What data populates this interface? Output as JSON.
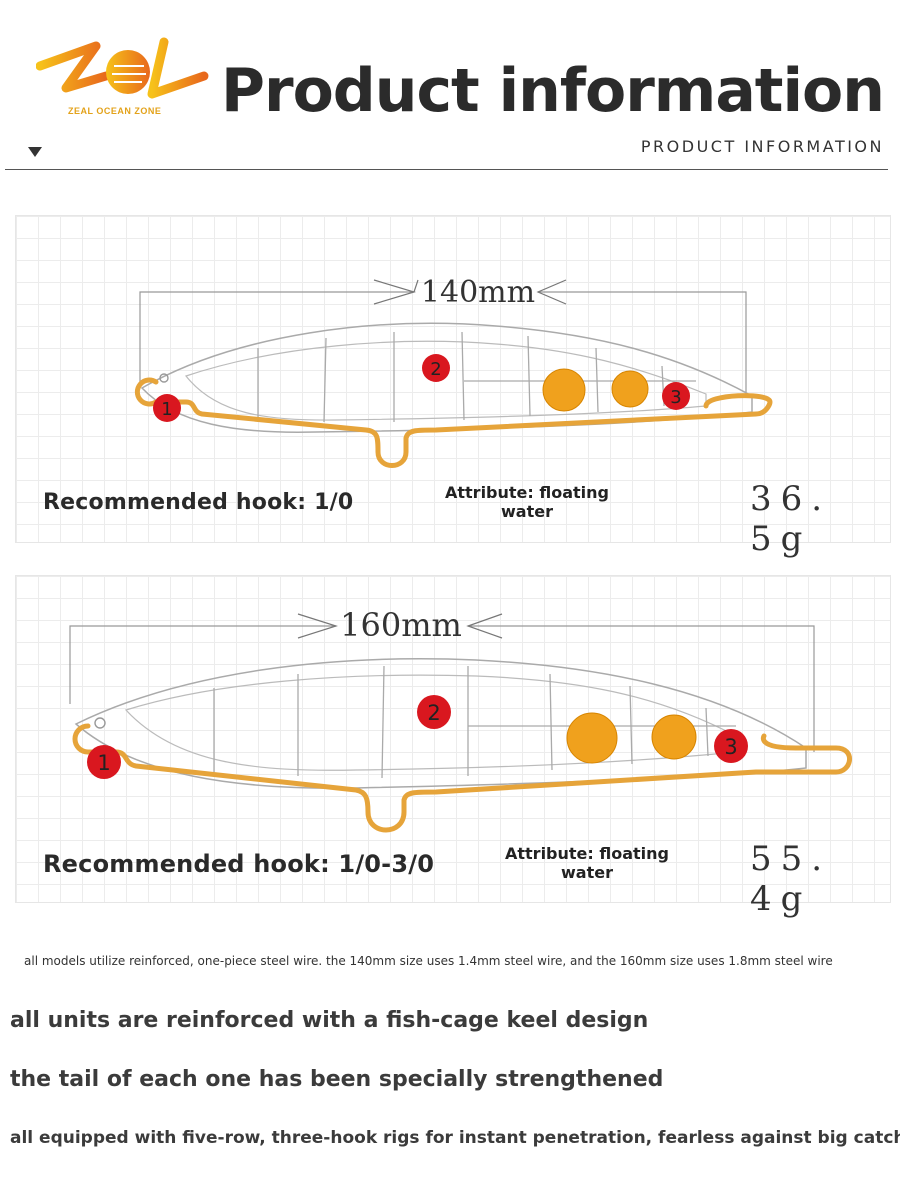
{
  "header": {
    "logo_text": "ZEAL OCEAN ZONE",
    "title": "Product information",
    "subtitle": "PRODUCT INFORMATION"
  },
  "products": [
    {
      "length": "140mm",
      "hook": "Recommended hook: 1/0",
      "attribute_line1": "Attribute: floating",
      "attribute_line2": "water",
      "weight": "36. 5g",
      "markers": [
        "1",
        "2",
        "3"
      ]
    },
    {
      "length": "160mm",
      "hook": "Recommended hook: 1/0-3/0",
      "attribute_line1": "Attribute: floating",
      "attribute_line2": "water",
      "weight": "55. 4g",
      "markers": [
        "1",
        "2",
        "3"
      ]
    }
  ],
  "notes": {
    "wire": " all models utilize reinforced, one-piece steel wire. the 140mm size uses 1.4mm steel wire, and the 160mm size uses 1.8mm steel wire",
    "keel": " all units are reinforced with a fish-cage keel design",
    "tail": "the tail of each one has been specially strengthened",
    "rigs": " all equipped with five-row, three-hook rigs for instant penetration, fearless against big catches"
  },
  "colors": {
    "wire": "#e6a43a",
    "weight_ball": "#f0a11d",
    "marker": "#d9171f",
    "logo_gold": "#f2b21b",
    "logo_orange": "#e86a1c"
  }
}
